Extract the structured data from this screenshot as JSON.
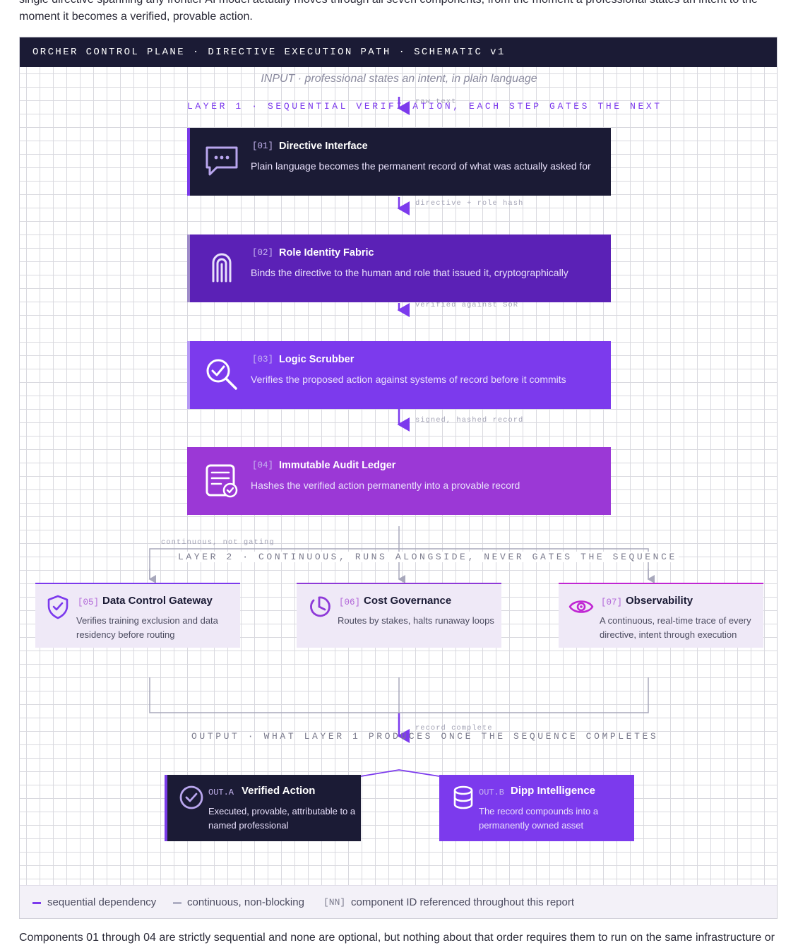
{
  "intro_text": "single directive spanning any frontier AI model actually moves through all seven components, from the moment a professional states an intent to the moment it becomes a verified, provable action.",
  "outro_text": "Components 01 through 04 are strictly sequential and none are optional, but nothing about that order requires them to run on the same infrastructure or",
  "diagram": {
    "title": "ORCHER CONTROL PLANE · DIRECTIVE EXECUTION PATH · SCHEMATIC v1",
    "input_label": "INPUT · professional states an intent, in plain language",
    "layer1_heading": "LAYER 1 · SEQUENTIAL VERIFICATION, EACH STEP GATES THE NEXT",
    "layer2_heading": "LAYER 2 · CONTINUOUS, RUNS ALONGSIDE, NEVER GATES THE SEQUENCE",
    "output_heading": "OUTPUT · WHAT LAYER 1 PRODUCES ONCE THE SEQUENCE COMPLETES",
    "edge_labels": {
      "raw_text": "raw text",
      "directive_role_hash": "directive + role hash",
      "verified_sor": "verified against SoR",
      "signed_record": "signed, hashed record",
      "continuous": "continuous, not gating",
      "record_complete": "record complete"
    },
    "layer1": [
      {
        "id": "[01]",
        "title": "Directive Interface",
        "desc": "Plain language becomes the permanent record of what was actually asked for",
        "icon": "chat-bubble-icon",
        "color": "#1b1b35"
      },
      {
        "id": "[02]",
        "title": "Role Identity Fabric",
        "desc": "Binds the directive to the human and role that issued it, cryptographically",
        "icon": "fingerprint-icon",
        "color": "#5b21b6"
      },
      {
        "id": "[03]",
        "title": "Logic Scrubber",
        "desc": "Verifies the proposed action against systems of record before it commits",
        "icon": "magnify-check-icon",
        "color": "#7c3aed"
      },
      {
        "id": "[04]",
        "title": "Immutable Audit Ledger",
        "desc": "Hashes the verified action permanently into a provable record",
        "icon": "ledger-check-icon",
        "color": "#9b38d6"
      }
    ],
    "layer2": [
      {
        "id": "[05]",
        "title": "Data Control Gateway",
        "desc": "Verifies training exclusion and data residency before routing",
        "icon": "shield-check-icon",
        "color": "#7c3aed"
      },
      {
        "id": "[06]",
        "title": "Cost Governance",
        "desc": "Routes by stakes, halts runaway loops",
        "icon": "gauge-icon",
        "color": "#8e3ad8"
      },
      {
        "id": "[07]",
        "title": "Observability",
        "desc": "A continuous, real-time trace of every directive, intent through execution",
        "icon": "eye-icon",
        "color": "#c026d3"
      }
    ],
    "outputs": [
      {
        "id": "OUT.A",
        "title": "Verified Action",
        "desc": "Executed, provable, attributable to a named professional",
        "icon": "check-circle-icon",
        "color": "#1b1b35"
      },
      {
        "id": "OUT.B",
        "title": "Dipp Intelligence",
        "desc": "The record compounds into a permanently owned asset",
        "icon": "database-icon",
        "color": "#7c3aed"
      }
    ],
    "legend": {
      "sequential": "sequential dependency",
      "continuous": "continuous, non-blocking",
      "nn_code": "[NN]",
      "nn_text": "component ID referenced throughout this report"
    }
  }
}
